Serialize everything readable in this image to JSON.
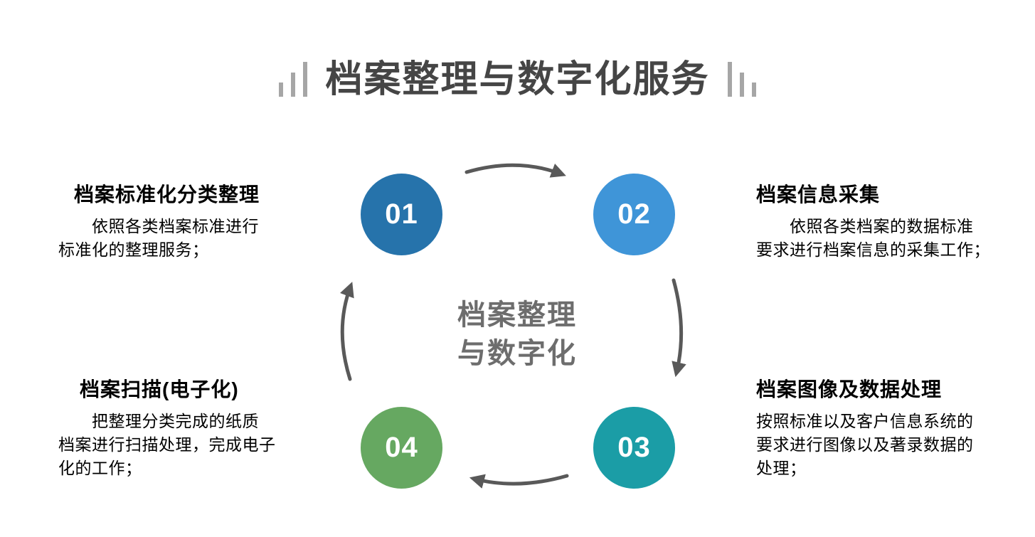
{
  "title": "档案整理与数字化服务",
  "center_label": "档案整理\n与数字化",
  "steps": [
    {
      "number": "01",
      "title": "档案标准化分类整理",
      "description": "　　依照各类档案标准进行\n标准化的整理服务；",
      "color": "#2673ab",
      "position": "top-left"
    },
    {
      "number": "02",
      "title": "档案信息采集",
      "description": "　　依照各类档案的数据标准\n要求进行档案信息的采集工作；",
      "color": "#3f95d8",
      "position": "top-right"
    },
    {
      "number": "03",
      "title": "档案图像及数据处理",
      "description": "按照标准以及客户信息系统的\n要求进行图像以及著录数据的\n处理；",
      "color": "#1b9da6",
      "position": "bottom-right"
    },
    {
      "number": "04",
      "title": "档案扫描(电子化)",
      "description": "　　把整理分类完成的纸质\n档案进行扫描处理，完成电子\n化的工作；",
      "color": "#66a861",
      "position": "bottom-left"
    }
  ],
  "icons": {
    "header_left": "bar-chart-ascending-icon",
    "header_right": "bar-chart-descending-icon"
  },
  "cycle": {
    "direction": "clockwise",
    "arrows": [
      "01→02",
      "02→03",
      "03→04",
      "04→01"
    ]
  },
  "colors": {
    "title_text": "#454545",
    "arrow": "#595959",
    "center_label_text": "#6d6d6d",
    "decorative_bars": "#a6a6a6",
    "body_text": "#000000",
    "background": "#ffffff"
  }
}
